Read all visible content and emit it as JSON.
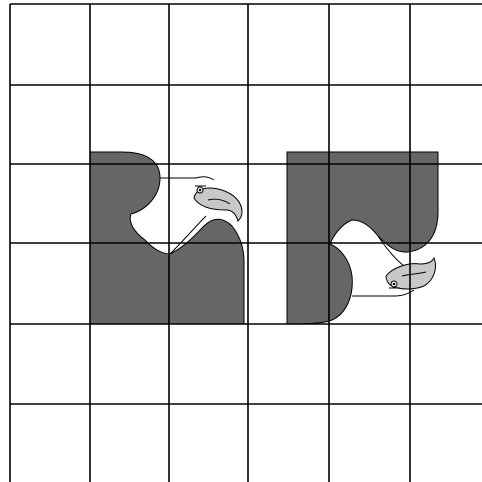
{
  "figure": {
    "kind": "grid-puzzle",
    "colors": {
      "background": "#ffffff",
      "grid_line": "#000000",
      "piece_fill": "#666666",
      "piece_outline": "#000000",
      "eagle_beak": "#c8c8c8",
      "eagle_outline": "#000000"
    },
    "grid": {
      "columns": 6,
      "rows": 6
    },
    "pieces": [
      {
        "name": "left-piece",
        "has_eagle": true,
        "eagle_facing": "right"
      },
      {
        "name": "right-piece",
        "has_eagle": true,
        "eagle_facing": "right"
      }
    ]
  }
}
